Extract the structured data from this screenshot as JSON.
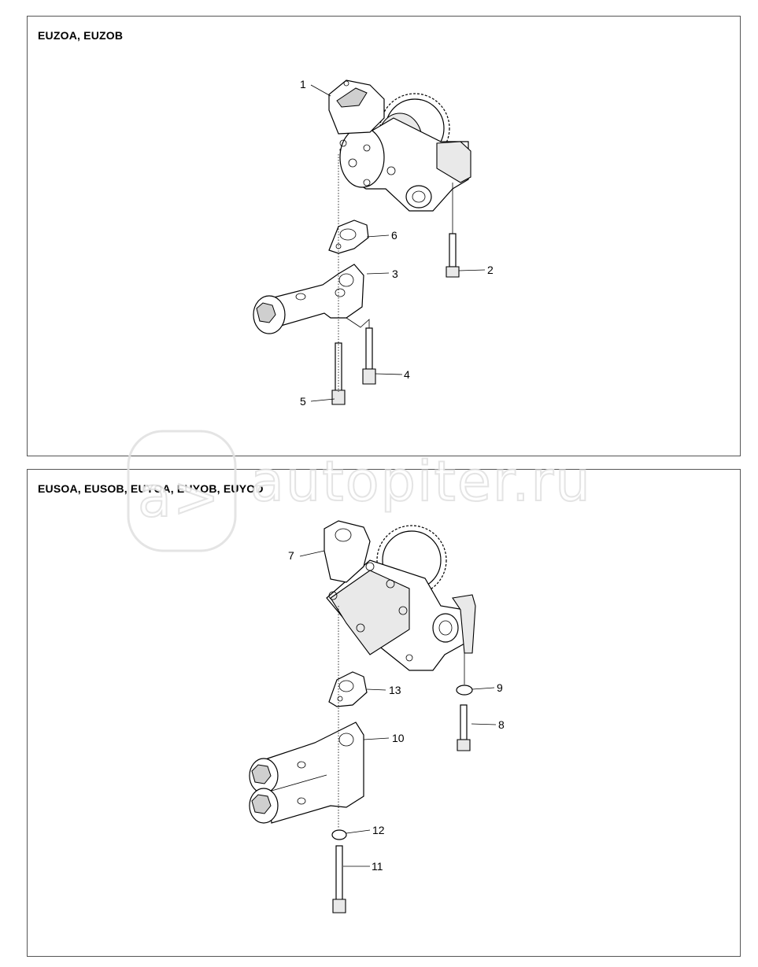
{
  "panels": [
    {
      "title": "EUZOA, EUZOB",
      "callouts": [
        "1",
        "2",
        "3",
        "4",
        "5",
        "6"
      ]
    },
    {
      "title": "EUSOA, EUSOB, EUYOA, EUYOB, EUYOD",
      "callouts": [
        "7",
        "8",
        "9",
        "10",
        "11",
        "12",
        "13"
      ]
    }
  ],
  "watermark": {
    "logo": "a>",
    "text": "autopiter.ru"
  }
}
